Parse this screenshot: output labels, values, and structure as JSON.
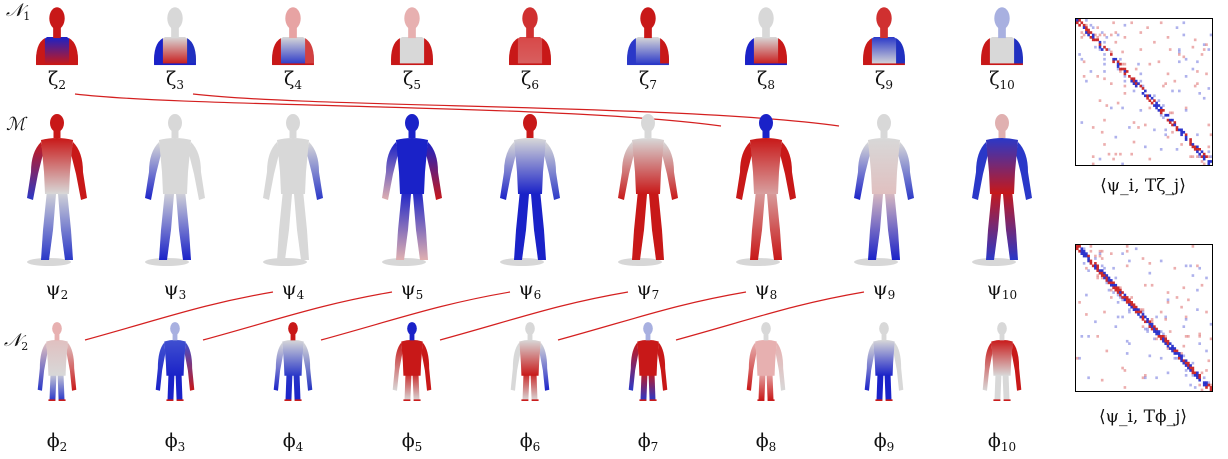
{
  "rows": [
    {
      "name": "N1",
      "label": {
        "base": "𝒩",
        "sub": "1"
      },
      "kind": "bust",
      "scale": 0.5,
      "items": [
        {
          "sym": "ζ",
          "sub": "2",
          "colors": [
            "#c81818",
            "#1a22c8",
            "#c81818",
            "#c81818",
            "#c81818"
          ]
        },
        {
          "sym": "ζ",
          "sub": "3",
          "colors": [
            "#d8d8d8",
            "#d8d8d8",
            "#c81818",
            "#1a22c8",
            "#2030c0"
          ]
        },
        {
          "sym": "ζ",
          "sub": "4",
          "colors": [
            "#e7a3a3",
            "#d8d8d8",
            "#2a38c8",
            "#c81818",
            "#d24040"
          ]
        },
        {
          "sym": "ζ",
          "sub": "5",
          "colors": [
            "#e7b0b0",
            "#d8d8d8",
            "#d8d8d8",
            "#c81818",
            "#c81818"
          ]
        },
        {
          "sym": "ζ",
          "sub": "6",
          "colors": [
            "#d03030",
            "#d84848",
            "#d86060",
            "#c81818",
            "#c81818"
          ]
        },
        {
          "sym": "ζ",
          "sub": "7",
          "colors": [
            "#c81818",
            "#d8d8d8",
            "#2a38c8",
            "#2a38c8",
            "#c81818"
          ]
        },
        {
          "sym": "ζ",
          "sub": "8",
          "colors": [
            "#d8d8d8",
            "#d8d8d8",
            "#c81818",
            "#1a22c8",
            "#c81818"
          ]
        },
        {
          "sym": "ζ",
          "sub": "9",
          "colors": [
            "#d03030",
            "#2a38c8",
            "#d8d8d8",
            "#c81818",
            "#2030c0"
          ]
        },
        {
          "sym": "ζ",
          "sub": "10",
          "colors": [
            "#a8b0e0",
            "#d8d8d8",
            "#d8d8d8",
            "#c81818",
            "#2030c0"
          ]
        }
      ]
    },
    {
      "name": "M",
      "label": {
        "base": "ℳ",
        "sub": ""
      },
      "kind": "full",
      "scale": 1,
      "items": [
        {
          "sym": "ψ",
          "sub": "2",
          "colors": [
            "#c81818",
            "#c81818",
            "#d8d8d8",
            "#2a38c8",
            "#c81818"
          ]
        },
        {
          "sym": "ψ",
          "sub": "3",
          "colors": [
            "#d8d8d8",
            "#d8d8d8",
            "#d8d8d8",
            "#1a22c8",
            "#d8d8d8"
          ]
        },
        {
          "sym": "ψ",
          "sub": "4",
          "colors": [
            "#d8d8d8",
            "#d8d8d8",
            "#d8d8d8",
            "#d8d8d8",
            "#2a38c8"
          ]
        },
        {
          "sym": "ψ",
          "sub": "5",
          "colors": [
            "#1a22c8",
            "#1a22c8",
            "#1a22c8",
            "#e0b0b0",
            "#c81818"
          ]
        },
        {
          "sym": "ψ",
          "sub": "6",
          "colors": [
            "#c81818",
            "#d8d8d8",
            "#1a22c8",
            "#1a22c8",
            "#2a38c8"
          ]
        },
        {
          "sym": "ψ",
          "sub": "7",
          "colors": [
            "#d8d8d8",
            "#d8d8d8",
            "#c81818",
            "#c81818",
            "#c81818"
          ]
        },
        {
          "sym": "ψ",
          "sub": "8",
          "colors": [
            "#1a22c8",
            "#c81818",
            "#d8a0a0",
            "#c81818",
            "#c81818"
          ]
        },
        {
          "sym": "ψ",
          "sub": "9",
          "colors": [
            "#d8d8d8",
            "#d8d8d8",
            "#e0c0c0",
            "#1a22c8",
            "#2a38c8"
          ]
        },
        {
          "sym": "ψ",
          "sub": "10",
          "colors": [
            "#e0b0b0",
            "#2a38c8",
            "#c81818",
            "#2a38c8",
            "#2a38c8"
          ]
        }
      ]
    },
    {
      "name": "N2",
      "label": {
        "base": "𝒩",
        "sub": "2"
      },
      "kind": "torso",
      "scale": 0.7,
      "items": [
        {
          "sym": "ϕ",
          "sub": "2",
          "colors": [
            "#e7b0b0",
            "#e0c0c0",
            "#d8d8d8",
            "#2a38c8",
            "#c81818"
          ]
        },
        {
          "sym": "ϕ",
          "sub": "3",
          "colors": [
            "#a8b0e0",
            "#4050d0",
            "#1a22c8",
            "#1a22c8",
            "#c81818"
          ]
        },
        {
          "sym": "ϕ",
          "sub": "4",
          "colors": [
            "#c81818",
            "#d8d8d8",
            "#2a38c8",
            "#1a22c8",
            "#2030c0"
          ]
        },
        {
          "sym": "ϕ",
          "sub": "5",
          "colors": [
            "#1a22c8",
            "#c81818",
            "#c81818",
            "#d8d8d8",
            "#c81818"
          ]
        },
        {
          "sym": "ϕ",
          "sub": "6",
          "colors": [
            "#d8d8d8",
            "#d8d8d8",
            "#c81818",
            "#d8d8d8",
            "#1a22c8"
          ]
        },
        {
          "sym": "ϕ",
          "sub": "7",
          "colors": [
            "#a8b0e0",
            "#c81818",
            "#c81818",
            "#2a38c8",
            "#c81818"
          ]
        },
        {
          "sym": "ϕ",
          "sub": "8",
          "colors": [
            "#d8d8d8",
            "#e7b0b0",
            "#e7b0b0",
            "#c81818",
            "#d8d8d8"
          ]
        },
        {
          "sym": "ϕ",
          "sub": "9",
          "colors": [
            "#d8d8d8",
            "#d8d8d8",
            "#1a22c8",
            "#1a22c8",
            "#d8d8d8"
          ]
        },
        {
          "sym": "ϕ",
          "sub": "10",
          "colors": [
            "#d8d8d8",
            "#c81818",
            "#d8d8d8",
            "#d8d8d8",
            "#c81818"
          ]
        }
      ]
    }
  ],
  "correspondences": {
    "top": [
      [
        0,
        6
      ],
      [
        1,
        7
      ]
    ],
    "bottom": [
      [
        2,
        0
      ],
      [
        3,
        1
      ],
      [
        4,
        2
      ],
      [
        5,
        3
      ],
      [
        6,
        4
      ],
      [
        7,
        5
      ]
    ]
  },
  "matrices": [
    {
      "caption": "⟨ψ_i, Tζ_j⟩",
      "sym": "ζ",
      "density": 0.55
    },
    {
      "caption": "⟨ψ_i, Tϕ_j⟩",
      "sym": "ϕ",
      "density": 0.9
    }
  ],
  "colors": {
    "red": "#c81818",
    "blue": "#1a22c8",
    "neutral": "#d8d8d8",
    "line": "#d42020"
  }
}
